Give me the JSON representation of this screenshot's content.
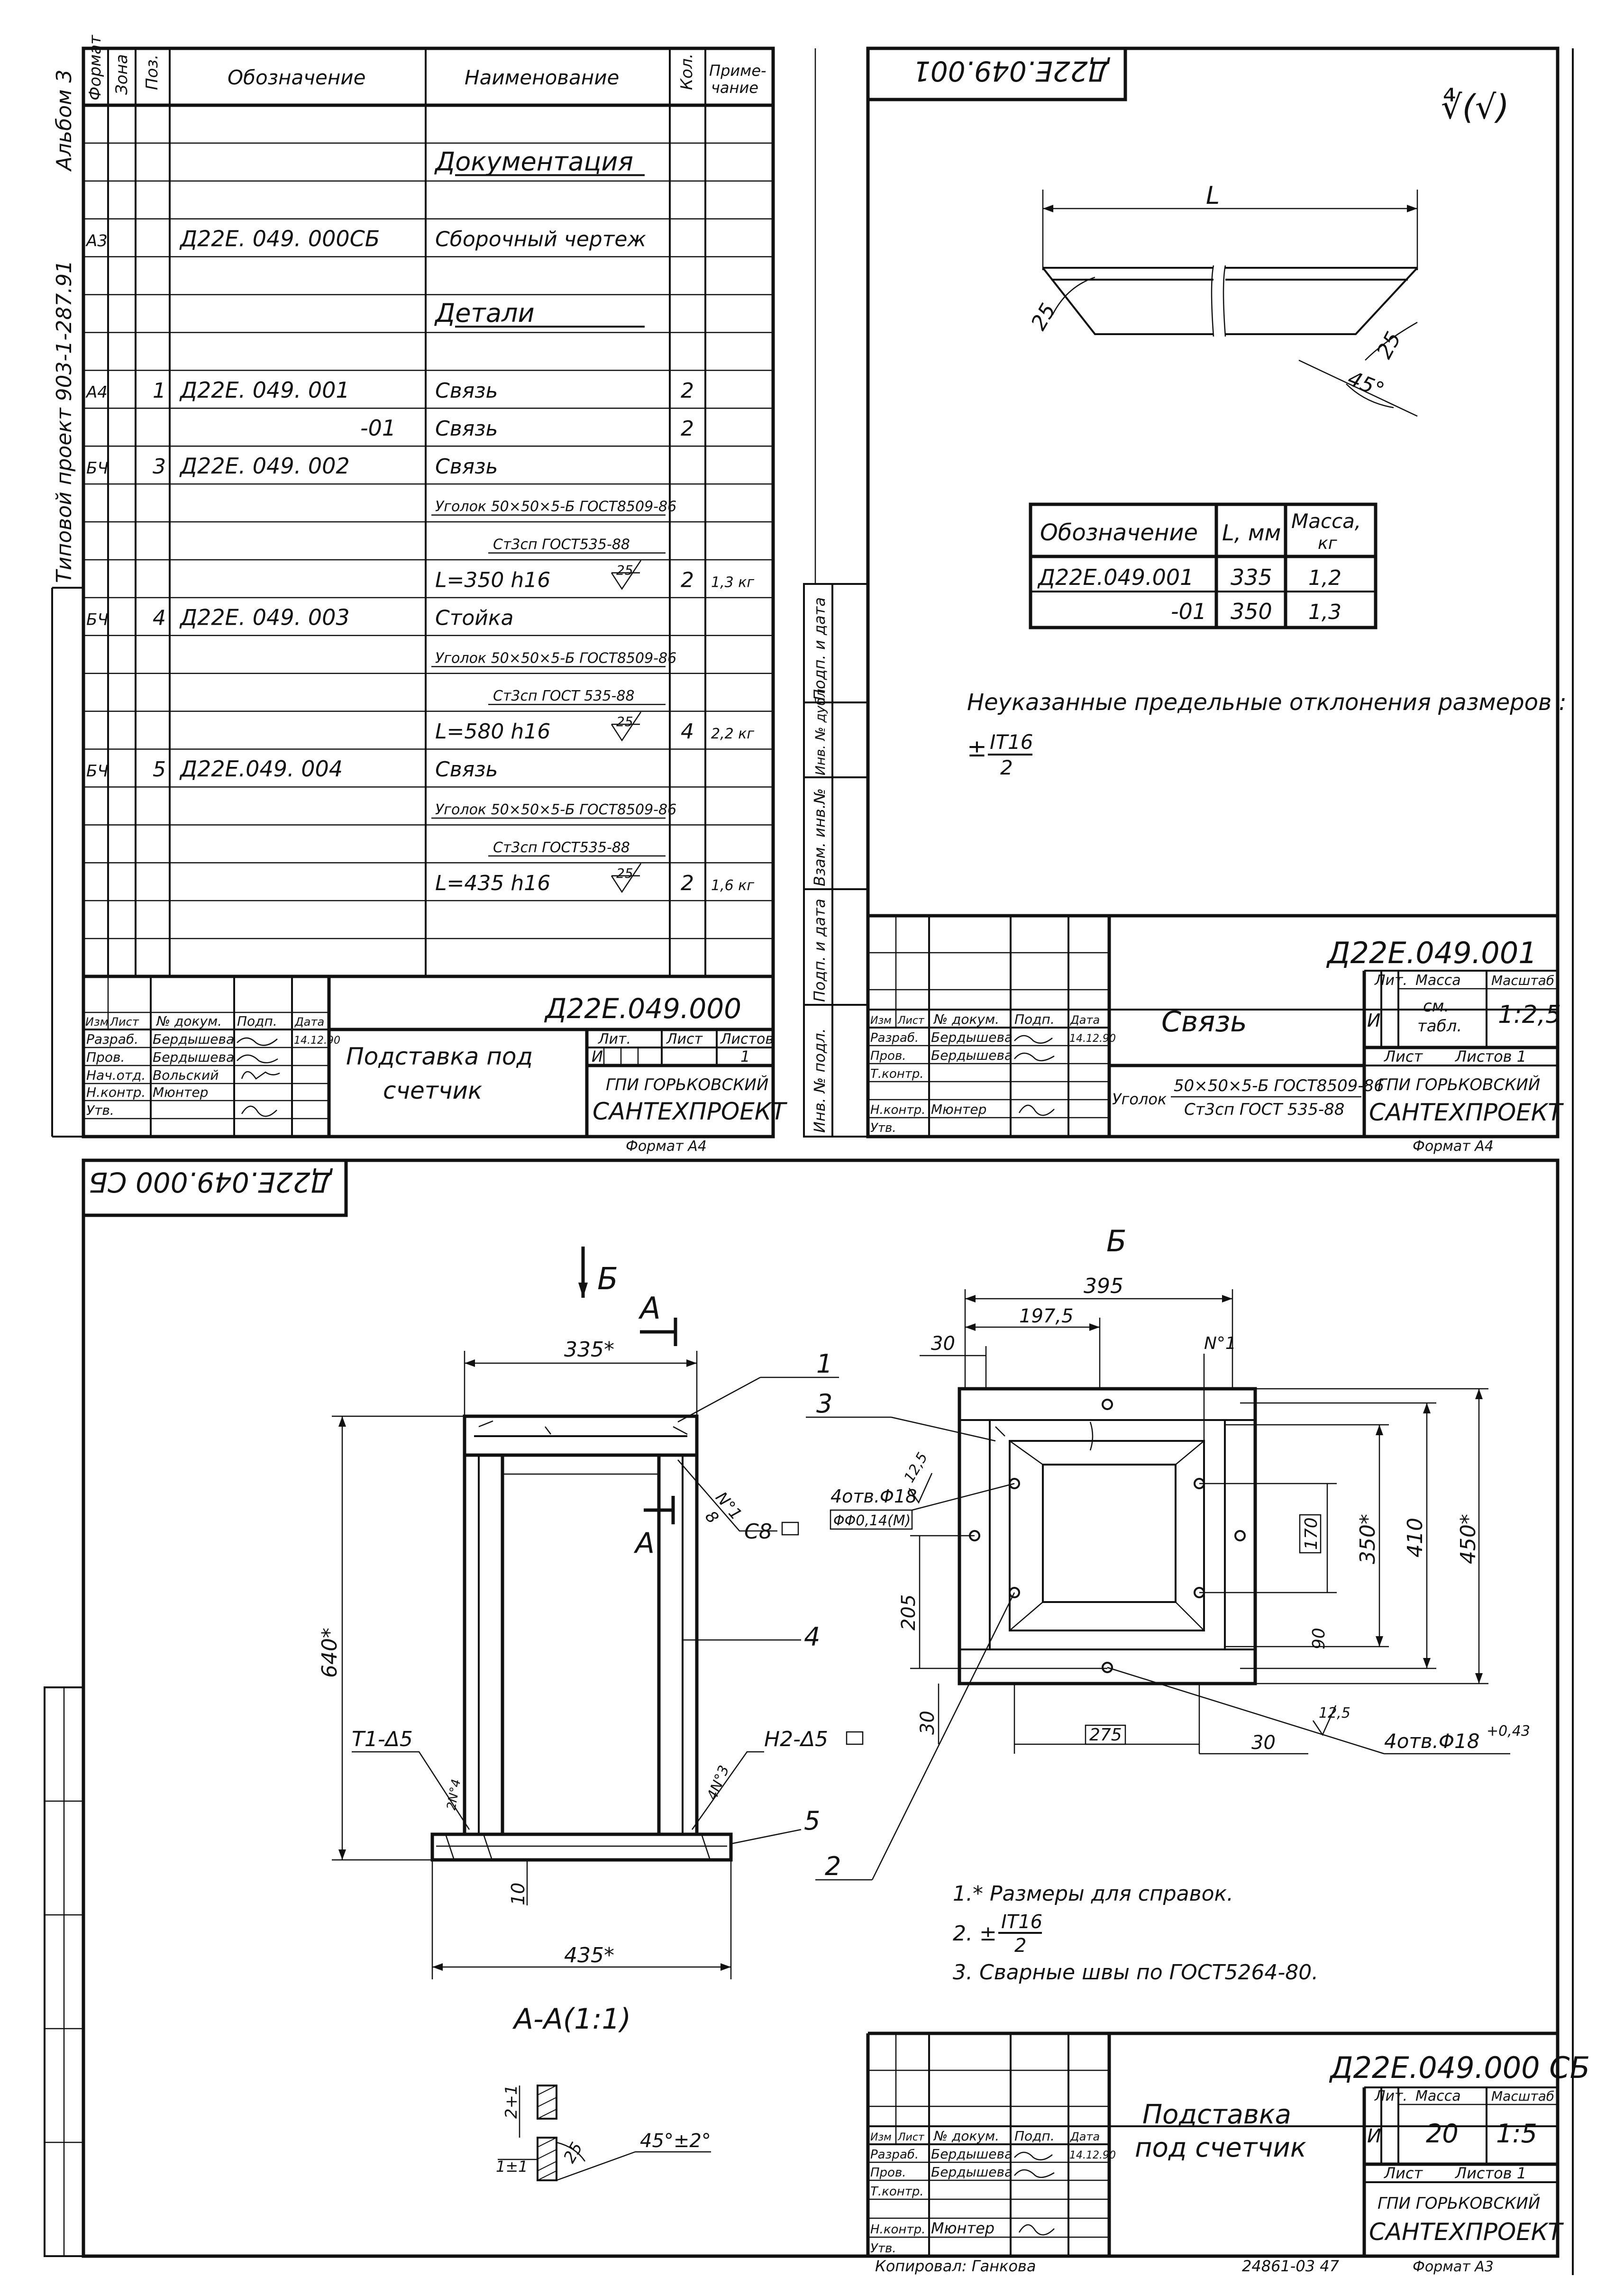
{
  "spec": {
    "headers": [
      "Формат",
      "Зона",
      "Поз.",
      "Обозначение",
      "Наименование",
      "Кол.",
      "Приме-\nчание"
    ],
    "binding_left": "Типовой проект 903-1-287.91",
    "binding_top": "Альбом 3",
    "rows": [
      {
        "format": "",
        "zone": "",
        "pos": "",
        "des": "",
        "name": "",
        "qty": "",
        "note": ""
      },
      {
        "format": "",
        "zone": "",
        "pos": "",
        "des": "",
        "name": "Документация",
        "qty": "",
        "note": "",
        "underline": true
      },
      {
        "format": "",
        "zone": "",
        "pos": "",
        "des": "",
        "name": "",
        "qty": "",
        "note": ""
      },
      {
        "format": "А3",
        "zone": "",
        "pos": "",
        "des": "Д22Е. 049. 000СБ",
        "name": "Сборочный  чертеж",
        "qty": "",
        "note": ""
      },
      {
        "format": "",
        "zone": "",
        "pos": "",
        "des": "",
        "name": "",
        "qty": "",
        "note": ""
      },
      {
        "format": "",
        "zone": "",
        "pos": "",
        "des": "",
        "name": "Детали",
        "qty": "",
        "note": "",
        "underline": true
      },
      {
        "format": "",
        "zone": "",
        "pos": "",
        "des": "",
        "name": "",
        "qty": "",
        "note": ""
      },
      {
        "format": "А4",
        "zone": "",
        "pos": "1",
        "des": "Д22Е. 049. 001",
        "name": "Связь",
        "qty": "2",
        "note": ""
      },
      {
        "format": "",
        "zone": "",
        "pos": "",
        "des": "-01",
        "name": "Связь",
        "qty": "2",
        "note": ""
      },
      {
        "format": "БЧ",
        "zone": "",
        "pos": "3",
        "des": "Д22Е. 049. 002",
        "name": "Связь",
        "qty": "",
        "note": ""
      },
      {
        "format": "",
        "zone": "",
        "pos": "",
        "des": "",
        "name": "Уголок 50×50×5-Б ГОСТ8509-86",
        "qty": "",
        "note": "",
        "small": true
      },
      {
        "format": "",
        "zone": "",
        "pos": "",
        "des": "",
        "name": "Ст3сп  ГОСТ535-88",
        "qty": "",
        "note": "",
        "small": true,
        "indent": true
      },
      {
        "format": "",
        "zone": "",
        "pos": "",
        "des": "",
        "name": "L=350   h16",
        "qty": "2",
        "note": "1,3 кг",
        "rough": "25"
      },
      {
        "format": "БЧ",
        "zone": "",
        "pos": "4",
        "des": "Д22Е. 049. 003",
        "name": "Стойка",
        "qty": "",
        "note": ""
      },
      {
        "format": "",
        "zone": "",
        "pos": "",
        "des": "",
        "name": "Уголок 50×50×5-Б ГОСТ8509-86",
        "qty": "",
        "note": "",
        "small": true
      },
      {
        "format": "",
        "zone": "",
        "pos": "",
        "des": "",
        "name": "Ст3сп ГОСТ 535-88",
        "qty": "",
        "note": "",
        "small": true,
        "indent": true
      },
      {
        "format": "",
        "zone": "",
        "pos": "",
        "des": "",
        "name": "L=580   h16",
        "qty": "4",
        "note": "2,2 кг",
        "rough": "25"
      },
      {
        "format": "БЧ",
        "zone": "",
        "pos": "5",
        "des": "Д22Е.049. 004",
        "name": "Связь",
        "qty": "",
        "note": ""
      },
      {
        "format": "",
        "zone": "",
        "pos": "",
        "des": "",
        "name": "Уголок 50×50×5-Б ГОСТ8509-86",
        "qty": "",
        "note": "",
        "small": true
      },
      {
        "format": "",
        "zone": "",
        "pos": "",
        "des": "",
        "name": "Ст3сп  ГОСТ535-88",
        "qty": "",
        "note": "",
        "small": true,
        "indent": true
      },
      {
        "format": "",
        "zone": "",
        "pos": "",
        "des": "",
        "name": "L=435   h16",
        "qty": "2",
        "note": "1,6 кг",
        "rough": "25"
      },
      {
        "format": "",
        "zone": "",
        "pos": "",
        "des": "",
        "name": "",
        "qty": "",
        "note": ""
      },
      {
        "format": "",
        "zone": "",
        "pos": "",
        "des": "",
        "name": "",
        "qty": "",
        "note": ""
      }
    ],
    "stamp": {
      "code": "Д22Е.049.000",
      "title_line1": "Подставка под",
      "title_line2": "счетчик",
      "org_line1": "ГПИ ГОРЬКОВСКИЙ",
      "org_line2": "САНТЕХПРОЕКТ",
      "col_labels": [
        "Изм",
        "Лист",
        "№ докум.",
        "Подп.",
        "Дата"
      ],
      "lit_label": "Лит.",
      "list_label": "Лист",
      "listov_label": "Листов",
      "lit_value": "И",
      "listov_value": "1",
      "roles": [
        "Разраб.",
        "Пров.",
        "Нач.отд.",
        "Н.контр.",
        "Утв."
      ],
      "names": [
        "Бердышева",
        "Бердышева",
        "Вольский",
        "Мюнтер",
        ""
      ],
      "date": "14.12.90",
      "format": "Формат А4"
    }
  },
  "detail": {
    "header_code": "Д22Е.049.001",
    "roughness_corner": "∜(√)",
    "dim_L": "L",
    "angle_25_left": "25",
    "angle_25_right": "25",
    "angle_45": "45°",
    "table_headers": [
      "Обозначение",
      "L, мм",
      "Масса,\nкг"
    ],
    "table_rows": [
      [
        "Д22Е.049.001",
        "335",
        "1,2"
      ],
      [
        "-01",
        "350",
        "1,3"
      ]
    ],
    "note": "Неуказанные  предельные  отклонения  размеров :",
    "tol_pm": "±",
    "tol_num": "IT16",
    "tol_den": "2",
    "stamp": {
      "code": "Д22Е.049.001",
      "title": "Связь",
      "lit_value": "И",
      "lit_label": "Лит.",
      "mass_label": "Масса",
      "scale_label": "Масштаб",
      "mass_value": "см.\nтабл.",
      "scale_value": "1:2,5",
      "list_label": "Лист",
      "listov_label": "Листов 1",
      "material_prefix": "Уголок",
      "material_top": "50×50×5-Б ГОСТ8509-86",
      "material_bottom": "Ст3сп   ГОСТ 535-88",
      "org_line1": "ГПИ ГОРЬКОВСКИЙ",
      "org_line2": "САНТЕХПРОЕКТ",
      "roles": [
        "Разраб.",
        "Пров.",
        "Т.контр.",
        "",
        "Н.контр.",
        "Утв."
      ],
      "names": [
        "Бердышева",
        "Бердышева",
        "",
        "",
        "Мюнтер",
        ""
      ],
      "col_labels": [
        "Изм",
        "Лист",
        "№ докум.",
        "Подп.",
        "Дата"
      ],
      "date": "14.12.90",
      "format": "Формат А4"
    },
    "side_labels": [
      "Инв. № подл.",
      "Подп. и дата",
      "Взам. инв.№",
      "Инв. № дубл.",
      "Подп. и дата"
    ]
  },
  "assembly": {
    "header_code": "Д22Е.049.000 СБ",
    "view_B": "Б",
    "arrow_B": "Б",
    "arrow_A_top": "А",
    "arrow_A_mid": "А",
    "front": {
      "width_top": "335*",
      "height": "640*",
      "width_bottom": "435*",
      "base": "10",
      "weld_top": "С8",
      "weld_top_leg": "8",
      "weld_top_no": "N°1",
      "weld_left": "Т1-Δ5",
      "weld_left_small": "2N°4",
      "weld_right": "Н2-Δ5",
      "weld_right_small": "4N°3",
      "callouts": [
        "1",
        "3",
        "4",
        "5",
        "2"
      ]
    },
    "planB": {
      "width_395": "395",
      "dim_1975": "197,5",
      "dim_30_left": "30",
      "no1": "N°1",
      "holes_top": "4отв.Φ18",
      "pos_frame": "ΦΦ0,14(M)",
      "rough_125a": "12,5",
      "dim_410": "410",
      "dim_450": "450*",
      "dim_350": "350*",
      "dim_170": "170",
      "dim_205": "205",
      "dim_90": "90",
      "dim_30_bottom": "30",
      "dim_275": "275",
      "dim_30_right": "30",
      "rough_125b": "12,5",
      "holes_bottom": "4отв.Φ18",
      "holes_bottom_tol": "+0,43"
    },
    "notes": [
      "1.* Размеры для справок.",
      "2. ±",
      "3. Сварные швы по ГОСТ5264-80."
    ],
    "note2_num": "IT16",
    "note2_den": "2",
    "section_title": "А-А(1:1)",
    "section": {
      "dim_top": "2+1",
      "dim_left": "1±1",
      "angle": "25",
      "angle_text": "45°±2°"
    },
    "stamp": {
      "code": "Д22Е.049.000 СБ",
      "title_line1": "Подставка",
      "title_line2": "под  счетчик",
      "lit_value": "И",
      "lit_label": "Лит.",
      "mass_label": "Масса",
      "scale_label": "Масштаб",
      "mass_value": "20",
      "scale_value": "1:5",
      "list_label": "Лист",
      "listov_label": "Листов 1",
      "org_line1": "ГПИ ГОРЬКОВСКИЙ",
      "org_line2": "САНТЕХПРОЕКТ",
      "roles": [
        "Разраб.",
        "Пров.",
        "Т.контр.",
        "",
        "Н.контр.",
        "Утв."
      ],
      "names": [
        "Бердышева",
        "Бердышева",
        "",
        "",
        "Мюнтер",
        ""
      ],
      "col_labels": [
        "Изм",
        "Лист",
        "№ докум.",
        "Подп.",
        "Дата"
      ],
      "date": "14.12.90",
      "format": "Формат А3"
    },
    "copied_by": "Копировал: Ганкова",
    "doc_number": "24861-03   47"
  }
}
